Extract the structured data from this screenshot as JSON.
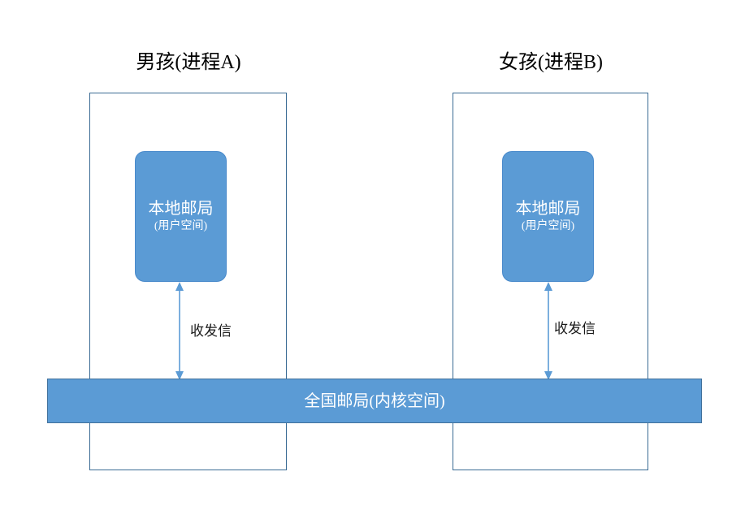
{
  "diagram": {
    "title_a": "男孩(进程A)",
    "title_b": "女孩(进程B)",
    "processes": [
      {
        "id": "process-a",
        "title": "男孩(进程A)",
        "user_box": {
          "main": "本地邮局",
          "sub": "(用户空间)"
        },
        "arrow_label": "收发信"
      },
      {
        "id": "process-b",
        "title": "女孩(进程B)",
        "user_box": {
          "main": "本地邮局",
          "sub": "(用户空间)"
        },
        "arrow_label": "收发信"
      }
    ],
    "kernel_bar": {
      "label": "全国邮局(内核空间)"
    },
    "colors": {
      "fill_blue": "#5B9BD5",
      "box_outline": "#3A6B94",
      "kernel_outline": "#41719C",
      "arrow": "#5B9BD5",
      "text_dark": "#000000",
      "text_light": "#FFFFFF",
      "background": "#FFFFFF"
    },
    "icons": {
      "arrow": "double-headed-vertical-arrow-icon"
    }
  }
}
